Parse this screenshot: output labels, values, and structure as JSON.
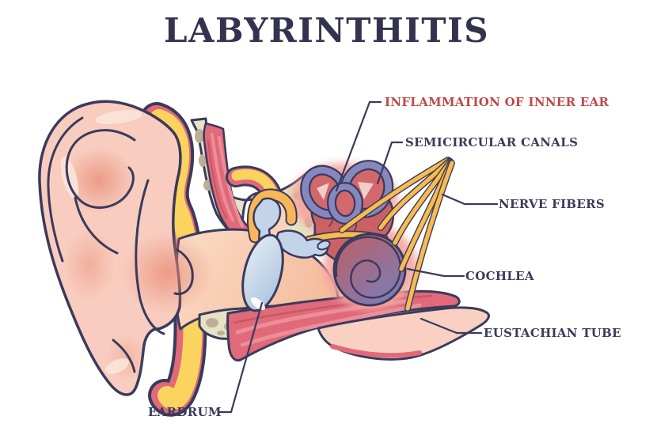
{
  "title": "LABYRINTHITIS",
  "labels": {
    "inflammation": {
      "text": "INFLAMMATION OF INNER EAR",
      "color": "#C24747"
    },
    "semicircular_canals": {
      "text": "SEMICIRCULAR CANALS",
      "color": "#3A3A5C"
    },
    "nerve_fibers": {
      "text": "NERVE FIBERS",
      "color": "#3A3A5C"
    },
    "cochlea": {
      "text": "COCHLEA",
      "color": "#3A3A5C"
    },
    "eustachian_tube": {
      "text": "EUSTACHIAN TUBE",
      "color": "#3A3A5C"
    },
    "eardrum": {
      "text": "EARDRUM",
      "color": "#3A3A5C"
    }
  },
  "colors": {
    "outline": "#3A3A5C",
    "title_navy": "#33334F",
    "label_red": "#C24747",
    "skin_pink": "#F8CCBE",
    "skin_shade": "#E98A74",
    "fat_yellow": "#FBD35F",
    "muscle_red": "#E0697A",
    "bone_beige": "#E6E2C4",
    "bone_spot": "#BCAF95",
    "canal_peach": "#F9D3B8",
    "eardrum_blue": "#C7D8EB",
    "ossicle_blue": "#C3D4EA",
    "labyrinth_purple": "#8488BE",
    "labyrinth_red": "#CC6164",
    "inflammation_glow": "#F4A59D",
    "nerve_yellow": "#F8BB4D",
    "cochlea_red": "#C05E62",
    "cochlea_purple": "#7B7DB7",
    "tube_pink": "#F9D0C2"
  }
}
